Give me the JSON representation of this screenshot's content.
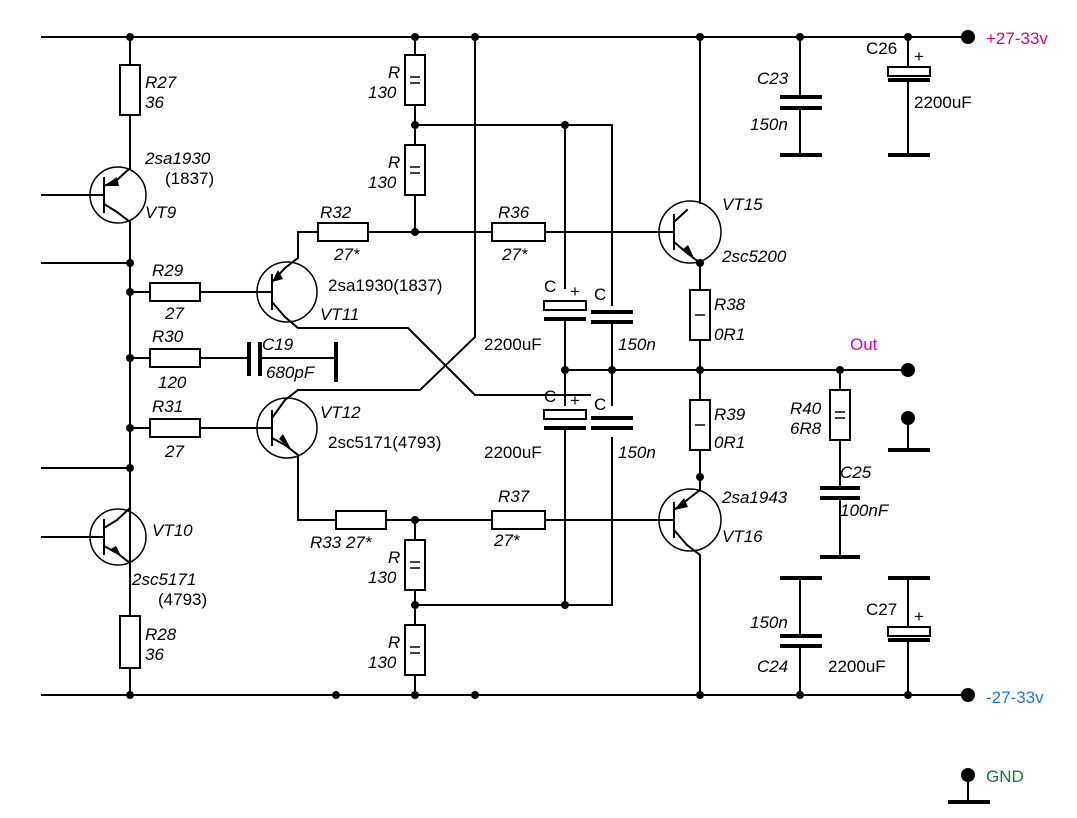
{
  "rails": {
    "positive": "+27-33v",
    "negative": "-27-33v",
    "output": "Out",
    "ground": "GND"
  },
  "components": {
    "R27": {
      "ref": "R27",
      "value": "36"
    },
    "R28": {
      "ref": "R28",
      "value": "36"
    },
    "R29": {
      "ref": "R29",
      "value": "27"
    },
    "R30": {
      "ref": "R30",
      "value": "120"
    },
    "R31": {
      "ref": "R31",
      "value": "27"
    },
    "R32": {
      "ref": "R32",
      "value": "27*"
    },
    "R33": {
      "ref": "R33 27*"
    },
    "R36": {
      "ref": "R36",
      "value": "27*"
    },
    "R37": {
      "ref": "R37",
      "value": "27*"
    },
    "R38": {
      "ref": "R38",
      "value": "0R1"
    },
    "R39": {
      "ref": "R39",
      "value": "0R1"
    },
    "R40": {
      "ref": "R40",
      "value": "6R8"
    },
    "Rtop1": {
      "ref": "R",
      "value": "130"
    },
    "Rtop2": {
      "ref": "R",
      "value": "130"
    },
    "Rbot1": {
      "ref": "R",
      "value": "130"
    },
    "Rbot2": {
      "ref": "R",
      "value": "130"
    },
    "C19": {
      "ref": "C19",
      "value": "680pF"
    },
    "C23": {
      "ref": "C23",
      "value": "150n"
    },
    "C24": {
      "ref": "C24",
      "value": "150n"
    },
    "C25": {
      "ref": "C25",
      "value": "100nF"
    },
    "C26": {
      "ref": "C26",
      "value": "2200uF"
    },
    "C27": {
      "ref": "C27",
      "value": "2200uF"
    },
    "Cel1": {
      "ref": "C",
      "value": "2200uF"
    },
    "Cel2": {
      "ref": "C",
      "value": "2200uF"
    },
    "Cf1": {
      "ref": "C",
      "value": "150n"
    },
    "Cf2": {
      "ref": "C",
      "value": "150n"
    },
    "plus": "+",
    "minus": "-",
    "VT9": {
      "ref": "VT9",
      "part": "2sa1930",
      "alt": "(1837)"
    },
    "VT10": {
      "ref": "VT10",
      "part": "2sc5171",
      "alt": "(4793)"
    },
    "VT11": {
      "ref": "VT11",
      "part": "2sa1930(1837)"
    },
    "VT12": {
      "ref": "VT12",
      "part": "2sc5171(4793)"
    },
    "VT15": {
      "ref": "VT15",
      "part": "2sc5200"
    },
    "VT16": {
      "ref": "VT16",
      "part": "2sa1943"
    }
  }
}
